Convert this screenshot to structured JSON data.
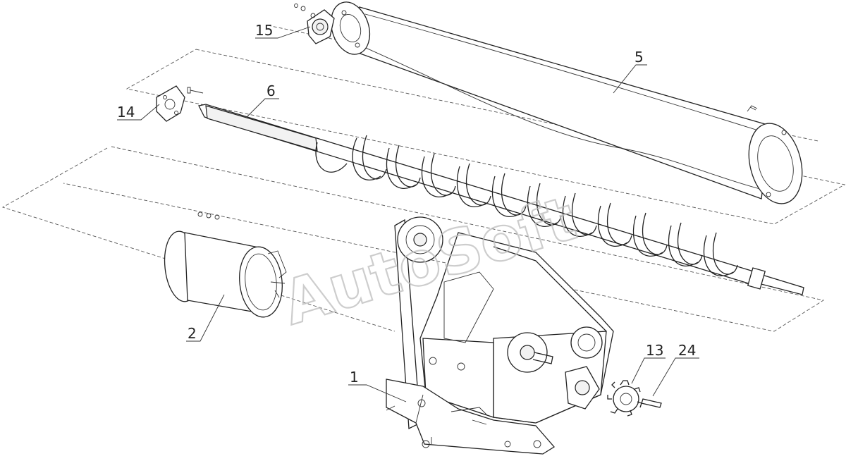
{
  "watermark": "AutoSoft",
  "callouts": [
    {
      "id": "c15",
      "text": "15"
    },
    {
      "id": "c5",
      "text": "5"
    },
    {
      "id": "c6",
      "text": "6"
    },
    {
      "id": "c14",
      "text": "14"
    },
    {
      "id": "c2",
      "text": "2"
    },
    {
      "id": "c1",
      "text": "1"
    },
    {
      "id": "c13",
      "text": "13"
    },
    {
      "id": "c24",
      "text": "24"
    }
  ]
}
